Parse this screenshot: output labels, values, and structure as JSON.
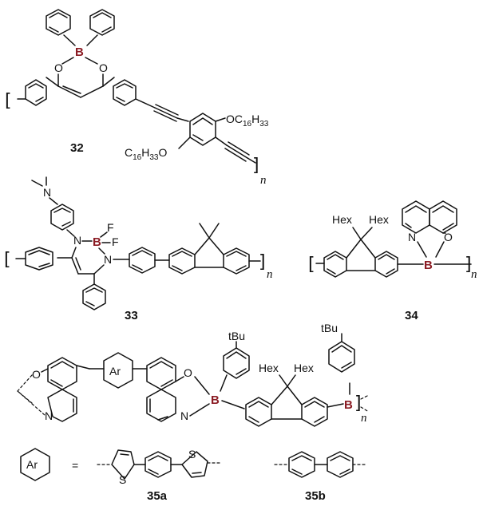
{
  "colors": {
    "boron": "#8b1c24",
    "ink": "#111111",
    "background": "#ffffff"
  },
  "atoms": {
    "boron": "B",
    "oxygen": "O",
    "nitrogen": "N",
    "fluorine": "F",
    "sulfur": "S",
    "hexyl": "Hex",
    "tert_butyl": "tBu",
    "alkoxy_c16": "OC",
    "alkoxy_c16_left": "C",
    "alkoxy_c16_left_tail": "O",
    "c16_sub": "16",
    "h33_h": "H",
    "h33_sub": "33"
  },
  "repeat_index": "n",
  "compounds": {
    "c32": {
      "label": "32"
    },
    "c33": {
      "label": "33"
    },
    "c34": {
      "label": "34"
    },
    "c35a": {
      "label": "35a"
    },
    "c35b": {
      "label": "35b"
    }
  },
  "legend": {
    "ar_symbol": "Ar",
    "equals": "="
  }
}
